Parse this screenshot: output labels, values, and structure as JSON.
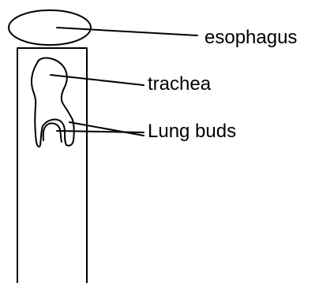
{
  "labels": {
    "esophagus": "esophagus",
    "trachea": "trachea",
    "lung_buds": "Lung buds"
  }
}
